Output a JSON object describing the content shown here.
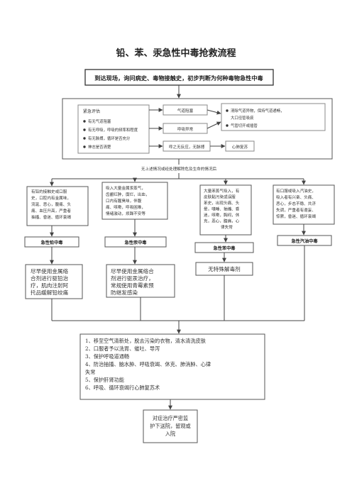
{
  "title": "铅、苯、汞急性中毒抢救流程",
  "header": "到达现场，询问病史、毒物接触史，初步判断为何种毒物急性中毒",
  "assessment": {
    "title": "紧急评估",
    "items": [
      "有无气道阻塞",
      "有无呼吸，呼吸的频率和程度",
      "有无脉搏，循环是否充分",
      "神志是否清楚"
    ]
  },
  "middle": {
    "airway": "气道阻塞",
    "breathing": "呼吸异常",
    "nopulse": "呼之无反应，无脉搏",
    "cpr": "心肺复苏"
  },
  "right_actions": [
    "清除气道异物，保持气道通畅，",
    "大口径管吸痰",
    "气管切开或插管"
  ],
  "note": "无上述情况或经处理解除危及生命的情况后",
  "columns": [
    {
      "symptoms": [
        "有铅的接触史或口服",
        "史，口腔内有金属味，",
        "流涎、恶心，腹痛、头",
        "痛、血压升高，严重者",
        "抽搐、昏迷、循环衰竭"
      ],
      "label": "急性铅中毒",
      "treatment": [
        "尽早使用金属络",
        "合剂进行驱铅治",
        "疗，肌肉注射阿",
        "托品缓解铅绞痛"
      ]
    },
    {
      "symptoms": [
        "吸入大量金属汞蒸气，",
        "齿龈红肿，糜烂，出血，",
        "口内有腥臭味，伴腹",
        "痛、咳嗽，呼吸困难，",
        "情绪激动，烦躁不安等"
      ],
      "label": "急性汞中毒",
      "treatment": [
        "尽早使用金属络合",
        "剂进行驱汞治疗，",
        "常规使用青霉素预",
        "防继发感染"
      ]
    },
    {
      "symptoms": [
        "大量苯蒸气吸入，有",
        "皮肤黏污染或误服",
        "苯史，出现头痛、头",
        "晕，嗜睡、抽搐、昏",
        "迷，咳嗽，胸闷，休",
        "克，恶心，腹痛，心",
        "律失常"
      ],
      "label": "急性苯中毒",
      "treatment": [
        "无特殊解毒剂"
      ]
    },
    {
      "symptoms": [
        "有口服或吸入汽油史，",
        "吸入者有兴奋、头痛、",
        "恶心，步态不稳、共济",
        "失调，严重者有谵妄、",
        "惊厥，昏迷、循环衰竭"
      ],
      "label": "急性汽油中毒",
      "treatment": []
    }
  ],
  "general_steps": [
    "1、移至空气清新处，脱去污染的衣物，清水清洗皮肤",
    "2、口服者予以洗胃、催吐、导泻",
    "3、保护呼吸道通畅",
    "4、防治抽搐、脑水肿、呼吸衰竭、休克、肺消肿、心律",
    "失常",
    "5、保护肝肾功能",
    "6、呼吸、循环衰竭行心肺复苏术"
  ],
  "final": [
    "对症治疗严密监",
    "护下送院，留观或",
    "入院"
  ]
}
